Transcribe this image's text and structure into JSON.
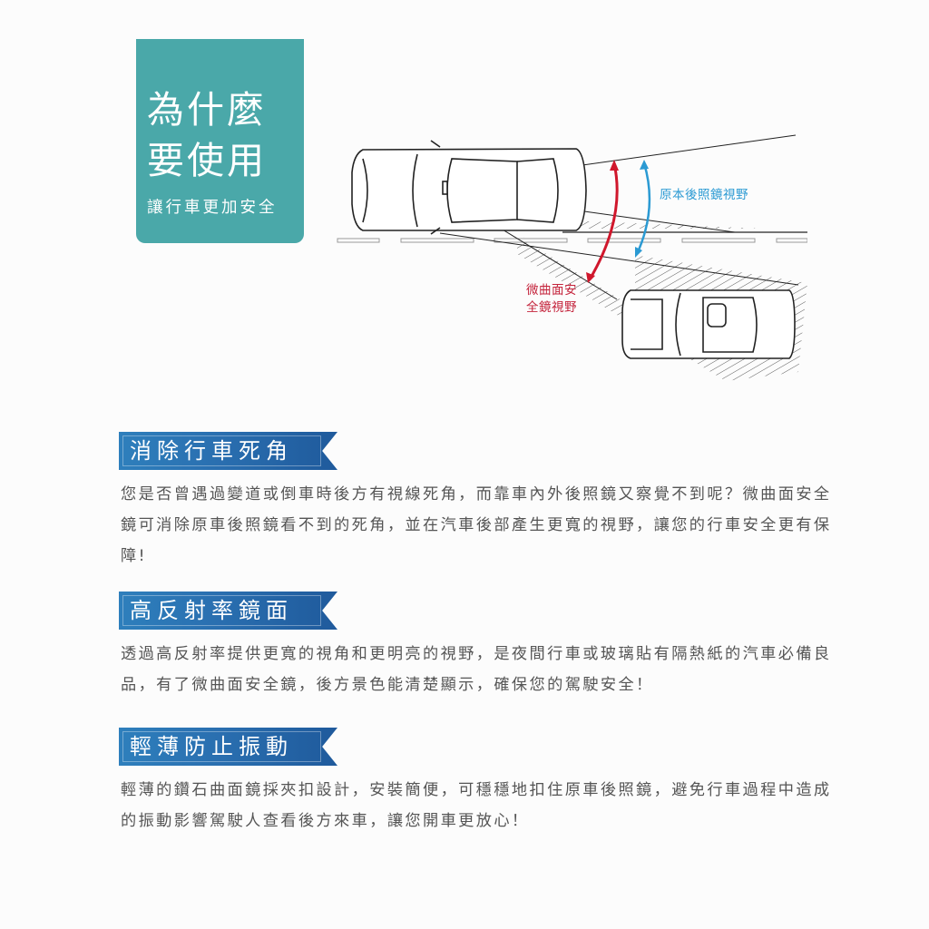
{
  "hero": {
    "title_line1": "為什麼",
    "title_line2": "要使用",
    "subtitle": "讓行車更加安全",
    "bg_color": "#4aa8a9"
  },
  "diagram": {
    "label_original": "原本後照鏡視野",
    "label_curved_line1": "微曲面安",
    "label_curved_line2": "全鏡視野",
    "colors": {
      "original": "#2b9ad3",
      "curved": "#c4233b"
    }
  },
  "sections": [
    {
      "title": "消除行車死角",
      "body": "您是否曾遇過變道或倒車時後方有視線死角，而靠車內外後照鏡又察覺不到呢？微曲面安全鏡可消除原車後照鏡看不到的死角，並在汽車後部產生更寬的視野，讓您的行車安全更有保障!"
    },
    {
      "title": "高反射率鏡面",
      "body": "透過高反射率提供更寬的視角和更明亮的視野，是夜間行車或玻璃貼有隔熱紙的汽車必備良品，有了微曲面安全鏡，後方景色能清楚顯示，確保您的駕駛安全！"
    },
    {
      "title": "輕薄防止振動",
      "body": "輕薄的鑽石曲面鏡採夾扣設計，安裝簡便，可穩穩地扣住原車後照鏡，避免行車過程中造成的振動影響駕駛人查看後方來車，讓您開車更放心！"
    }
  ]
}
